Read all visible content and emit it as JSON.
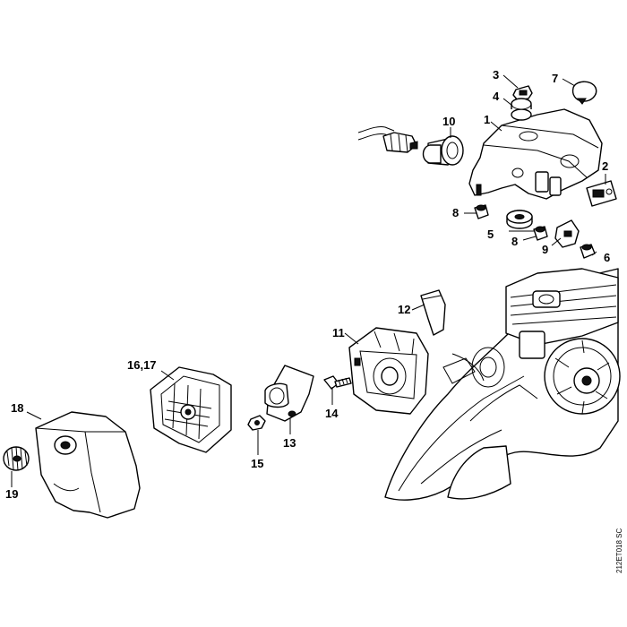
{
  "labels": {
    "p1": "1",
    "p2": "2",
    "p3": "3",
    "p4": "4",
    "p5": "5",
    "p6": "6",
    "p7": "7",
    "p8a": "8",
    "p8b": "8",
    "p9": "9",
    "p10": "10",
    "p11": "11",
    "p12": "12",
    "p13": "13",
    "p14": "14",
    "p15": "15",
    "p1617": "16,17",
    "p18": "18",
    "p19": "19"
  },
  "reference_code": "212ET018 SC"
}
